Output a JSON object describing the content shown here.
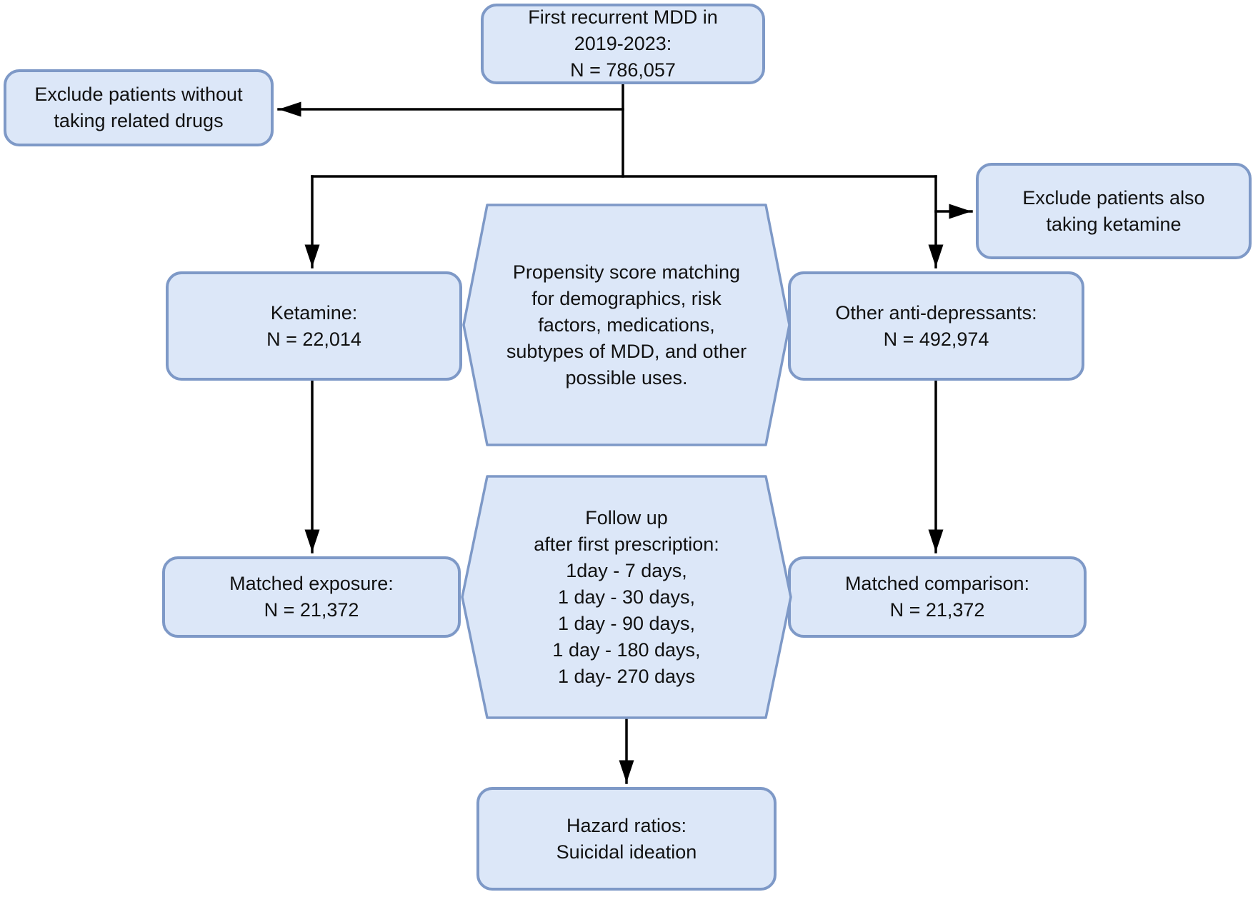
{
  "diagram": {
    "type": "flowchart",
    "topic": "Study cohort selection and follow-up design",
    "boxes": {
      "top": {
        "text": "First recurrent MDD in\n2019-2023:\nN = 786,057"
      },
      "exclude_left": {
        "text": "Exclude patients without\ntaking related drugs"
      },
      "exclude_right": {
        "text": "Exclude patients also\ntaking ketamine"
      },
      "ketamine": {
        "text": "Ketamine:\nN = 22,014"
      },
      "other": {
        "text": "Other anti-depressants:\nN = 492,974"
      },
      "matched_exposure": {
        "text": "Matched exposure:\nN = 21,372"
      },
      "matched_comparison": {
        "text": "Matched comparison:\nN = 21,372"
      },
      "hazard": {
        "text": "Hazard ratios:\nSuicidal ideation"
      }
    },
    "hexagons": {
      "propensity": {
        "text": "Propensity score matching\nfor demographics, risk\nfactors, medications,\nsubtypes of MDD, and other\npossible uses."
      },
      "followup": {
        "text": "Follow up\nafter first prescription:\n1day - 7 days,\n1 day - 30 days,\n1 day - 90 days,\n1 day - 180 days,\n1 day- 270 days"
      }
    },
    "colors": {
      "node_fill": "#dce7f8",
      "node_border": "#7e99c7",
      "connector": "#000000",
      "text": "#111111",
      "background": "#ffffff"
    }
  }
}
